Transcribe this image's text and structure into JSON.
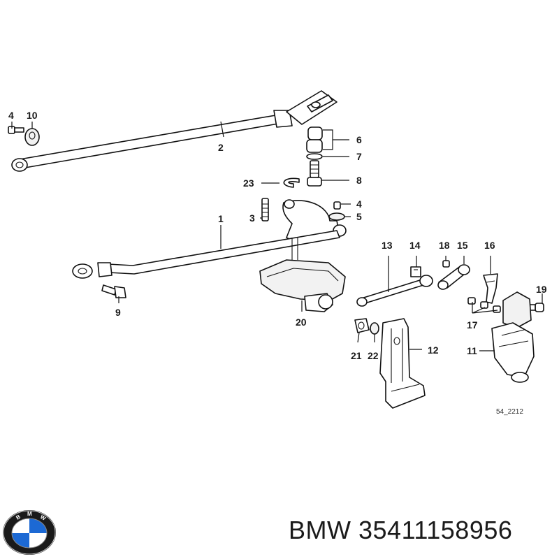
{
  "labels": {
    "l1": "1",
    "l2": "2",
    "l3": "3",
    "l4a": "4",
    "l4b": "4",
    "l5": "5",
    "l6": "6",
    "l7": "7",
    "l8": "8",
    "l9": "9",
    "l10": "10",
    "l11": "11",
    "l12": "12",
    "l13": "13",
    "l14": "14",
    "l15": "15",
    "l16": "16",
    "l17": "17",
    "l18": "18",
    "l19": "19",
    "l20": "20",
    "l21": "21",
    "l22": "22",
    "l23": "23"
  },
  "diagram_ref": "54_2212",
  "brand": {
    "name": "BMW",
    "part_number": "35411158956",
    "logo_letters": "BMW"
  },
  "colors": {
    "line": "#111111",
    "logo_blue": "#1c69d4",
    "logo_ring": "#1a1a1a"
  }
}
